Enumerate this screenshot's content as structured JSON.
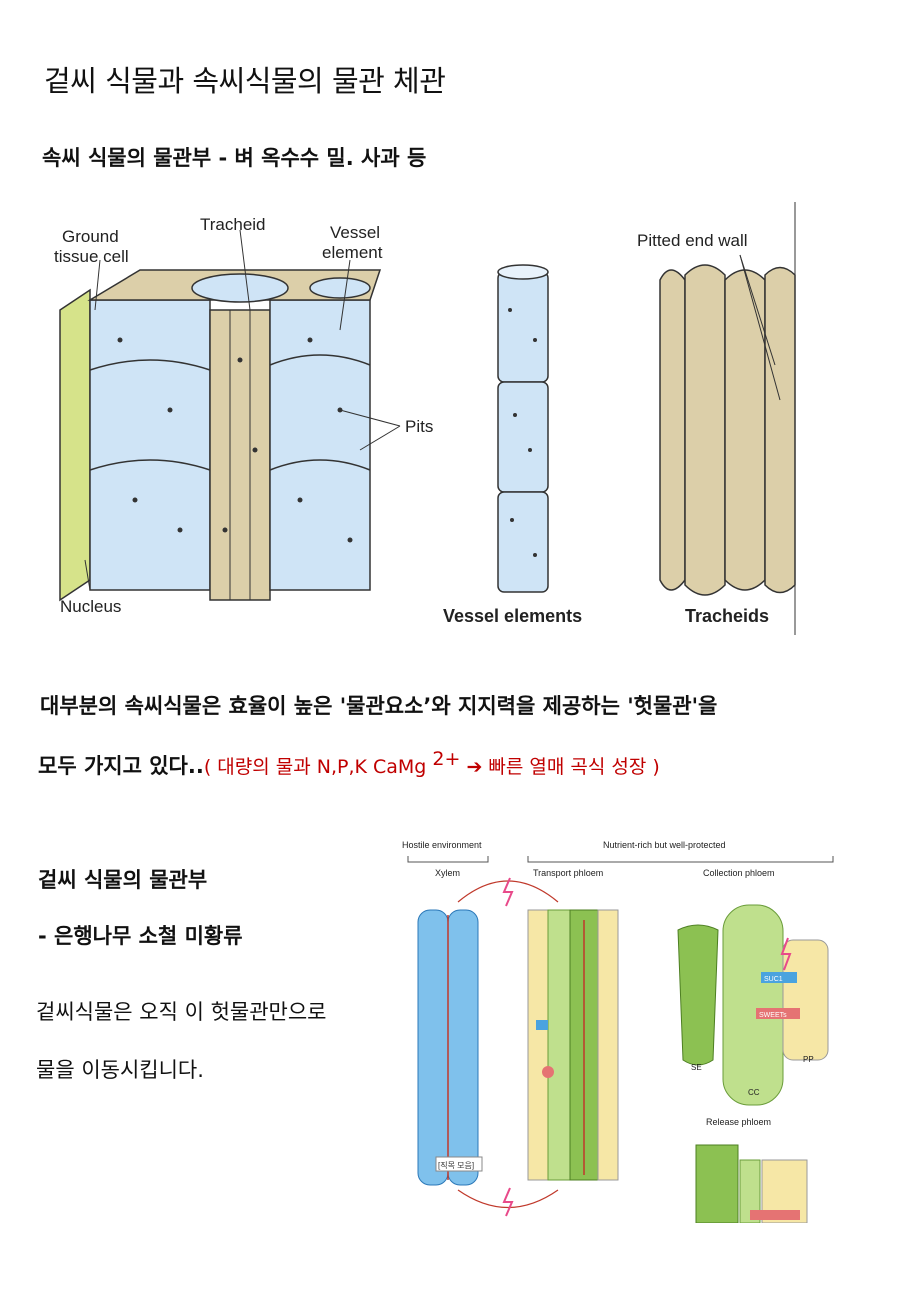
{
  "title": "겉씨 식물과 속씨식물의 물관 체관",
  "section1": {
    "heading": "속씨 식물의 물관부 - 벼 옥수수 밀. 사과 등"
  },
  "figure1": {
    "labels": {
      "ground_tissue_line1": "Ground",
      "ground_tissue_line2": "tissue cell",
      "tracheid": "Tracheid",
      "vessel_line1": "Vessel",
      "vessel_line2": "element",
      "pits": "Pits",
      "nucleus": "Nucleus",
      "pitted_end_wall": "Pitted end wall",
      "vessel_elements": "Vessel elements",
      "tracheids": "Tracheids"
    },
    "colors": {
      "vessel_blue": "#cfe4f6",
      "tracheid_tan": "#dccfa9",
      "ground_green": "#d6e38a"
    }
  },
  "paragraph": {
    "line1": "대부분의 속씨식물은 효율이 높은 '물관요소’와 지지력을 제공하는 '헛물관'을",
    "line2_bold": "모두 가지고 있다..",
    "line2_red_a": "( 대량의 물과 N,P,K CaMg ",
    "line2_red_sup": "2+",
    "line2_red_b": " ➔ 빠른 열매 곡식 성장 )",
    "accent_color": "#c00000"
  },
  "section2": {
    "heading": "겉씨 식물의 물관부",
    "subheading": "-  은행나무 소철 미황류",
    "body_line1": "겉씨식물은 오직 이 헛물관만으로",
    "body_line2": "물을 이동시킵니다."
  },
  "figure2": {
    "labels": {
      "hostile": "Hostile environment",
      "nutrient": "Nutrient-rich but well-protected",
      "xylem": "Xylem",
      "transport": "Transport phloem",
      "collection": "Collection phloem",
      "se": "SE",
      "cc": "CC",
      "pp": "PP",
      "release": "Release phloem",
      "sucs": "SUC1",
      "sweet": "SWEETs",
      "xylem_note": "[직목 모음]"
    }
  }
}
